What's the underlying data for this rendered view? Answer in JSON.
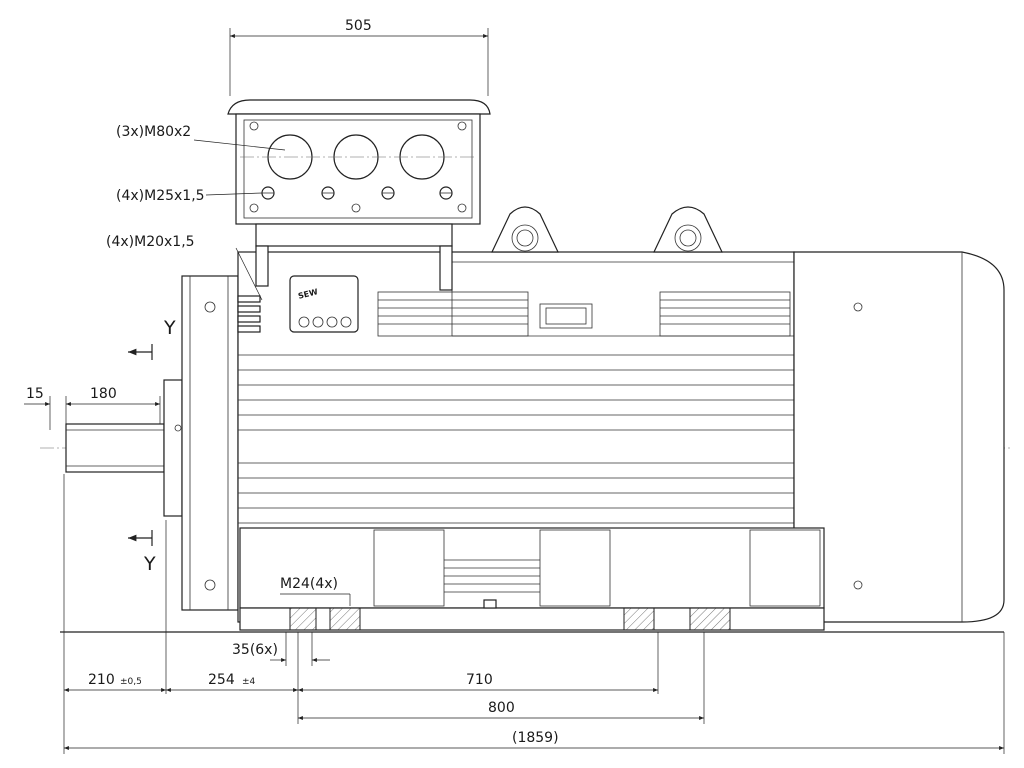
{
  "dimensions": {
    "terminal_box_width": "505",
    "shaft_offset": "15",
    "shaft_length": "180",
    "flange_to_foot": "210",
    "flange_to_foot_tol": "±0,5",
    "foot_hole_1": "254",
    "foot_hole_1_tol": "±4",
    "foot_span": "710",
    "foot_span_outer": "800",
    "overall_length": "(1859)",
    "foot_hole_dia": "35(6x)"
  },
  "callouts": {
    "cable_glands_large": "(3x)M80x2",
    "cable_glands_medium": "(4x)M25x1,5",
    "cable_glands_small": "(4x)M20x1,5",
    "foot_thread": "M24(4x)"
  },
  "section_marks": {
    "top": "Y",
    "bottom": "Y"
  },
  "brand": {
    "logo_text": "SEW"
  }
}
